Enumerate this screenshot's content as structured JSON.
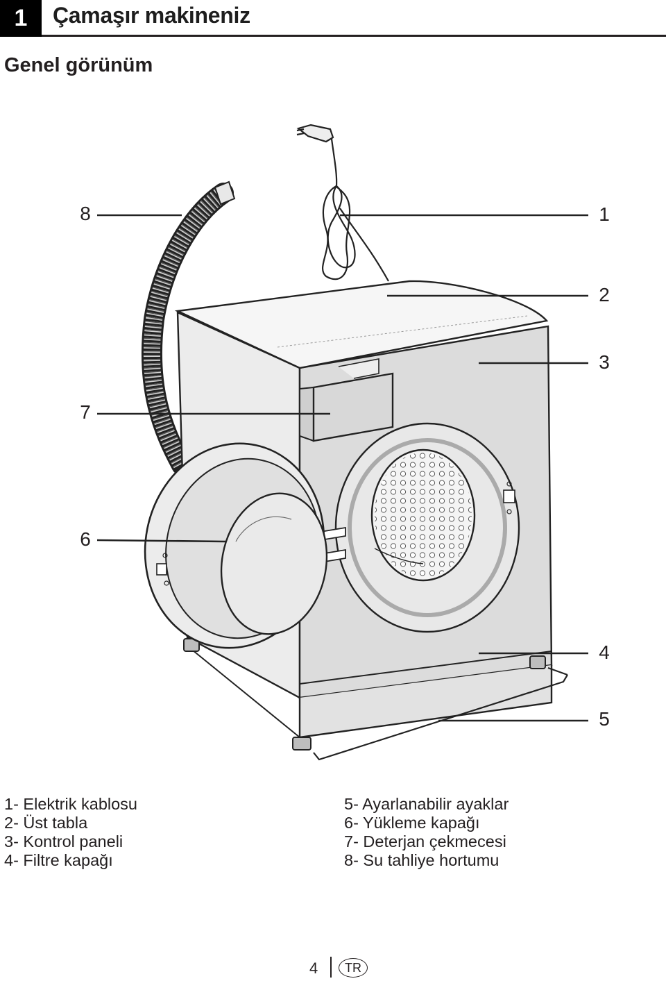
{
  "header": {
    "chapter_number": "1",
    "chapter_title": "Çamaşır makineniz",
    "section_title": "Genel görünüm"
  },
  "callouts": [
    "1",
    "2",
    "3",
    "4",
    "5",
    "6",
    "7",
    "8"
  ],
  "legend": {
    "left": [
      "1- Elektrik kablosu",
      "2- Üst tabla",
      "3- Kontrol paneli",
      "4- Filtre kapağı"
    ],
    "right": [
      "5- Ayarlanabilir ayaklar",
      "6- Yükleme kapağı",
      "7- Deterjan çekmecesi",
      "8- Su tahliye hortumu"
    ]
  },
  "footer": {
    "page_number": "4",
    "language": "TR"
  }
}
